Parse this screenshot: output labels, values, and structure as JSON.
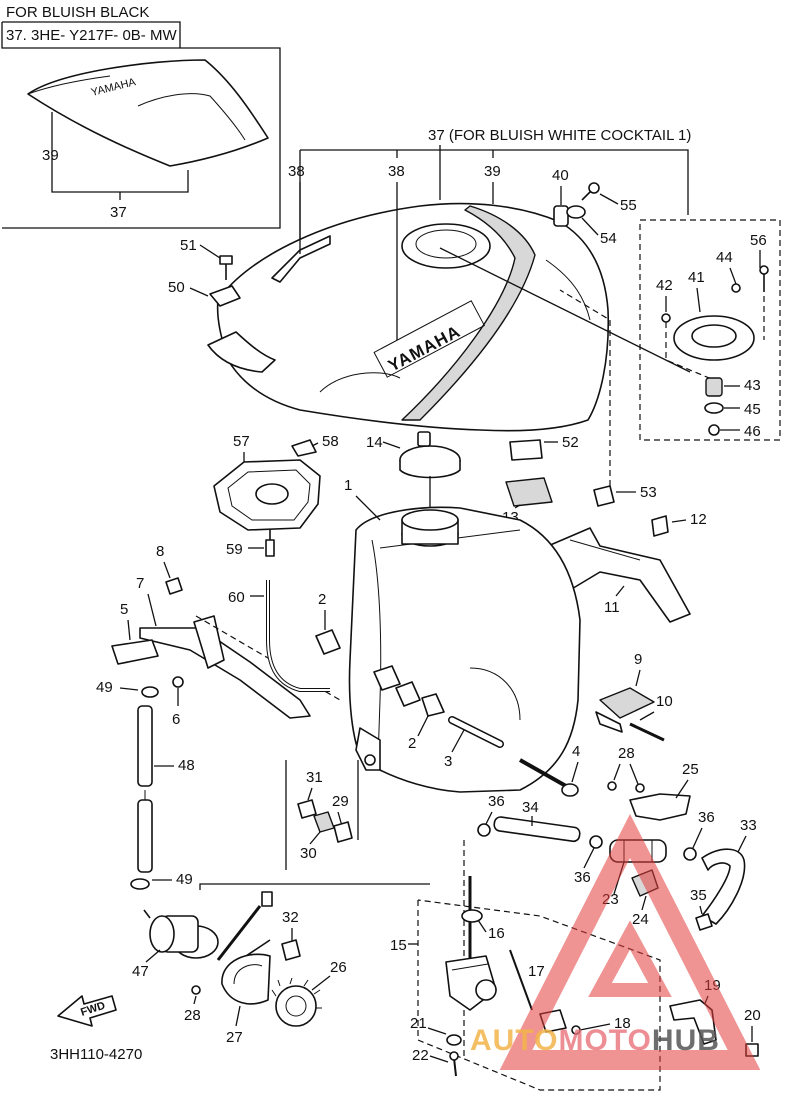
{
  "inset": {
    "header": "FOR BLUISH BLACK",
    "part_code": "37. 3HE- Y217F- 0B- MW",
    "decal_text": "YAMAHA"
  },
  "main_header": "37 (FOR BLUISH WHITE COCKTAIL 1)",
  "tank_logo": "YAMAHA",
  "fwd_label": "FWD",
  "drawing_code": "3HH110-4270",
  "watermark": {
    "part_a": "AUTO",
    "part_b": "MOTO",
    "part_c": "HUB",
    "color_red": "#e23b3b",
    "color_orange": "#f3b44a"
  },
  "callouts": {
    "c1": "1",
    "c2a": "2",
    "c2b": "2",
    "c3": "3",
    "c4": "4",
    "c5": "5",
    "c6": "6",
    "c7": "7",
    "c8": "8",
    "c9": "9",
    "c10": "10",
    "c11": "11",
    "c12": "12",
    "c13": "13",
    "c14": "14",
    "c15": "15",
    "c16": "16",
    "c17": "17",
    "c18": "18",
    "c19": "19",
    "c20": "20",
    "c21": "21",
    "c22": "22",
    "c23": "23",
    "c24": "24",
    "c25": "25",
    "c26": "26",
    "c27": "27",
    "c28a": "28",
    "c28b": "28",
    "c29": "29",
    "c30": "30",
    "c31": "31",
    "c32": "32",
    "c33": "33",
    "c34": "34",
    "c35": "35",
    "c36a": "36",
    "c36b": "36",
    "c36c": "36",
    "c37": "37",
    "c38a": "38",
    "c38b": "38",
    "c39a": "39",
    "c39b": "39",
    "c40": "40",
    "c41": "41",
    "c42": "42",
    "c43": "43",
    "c44": "44",
    "c45": "45",
    "c46": "46",
    "c47": "47",
    "c48": "48",
    "c49a": "49",
    "c49b": "49",
    "c50": "50",
    "c51": "51",
    "c52": "52",
    "c53": "53",
    "c54": "54",
    "c55": "55",
    "c56": "56",
    "c57": "57",
    "c58": "58",
    "c59": "59",
    "c60": "60"
  }
}
